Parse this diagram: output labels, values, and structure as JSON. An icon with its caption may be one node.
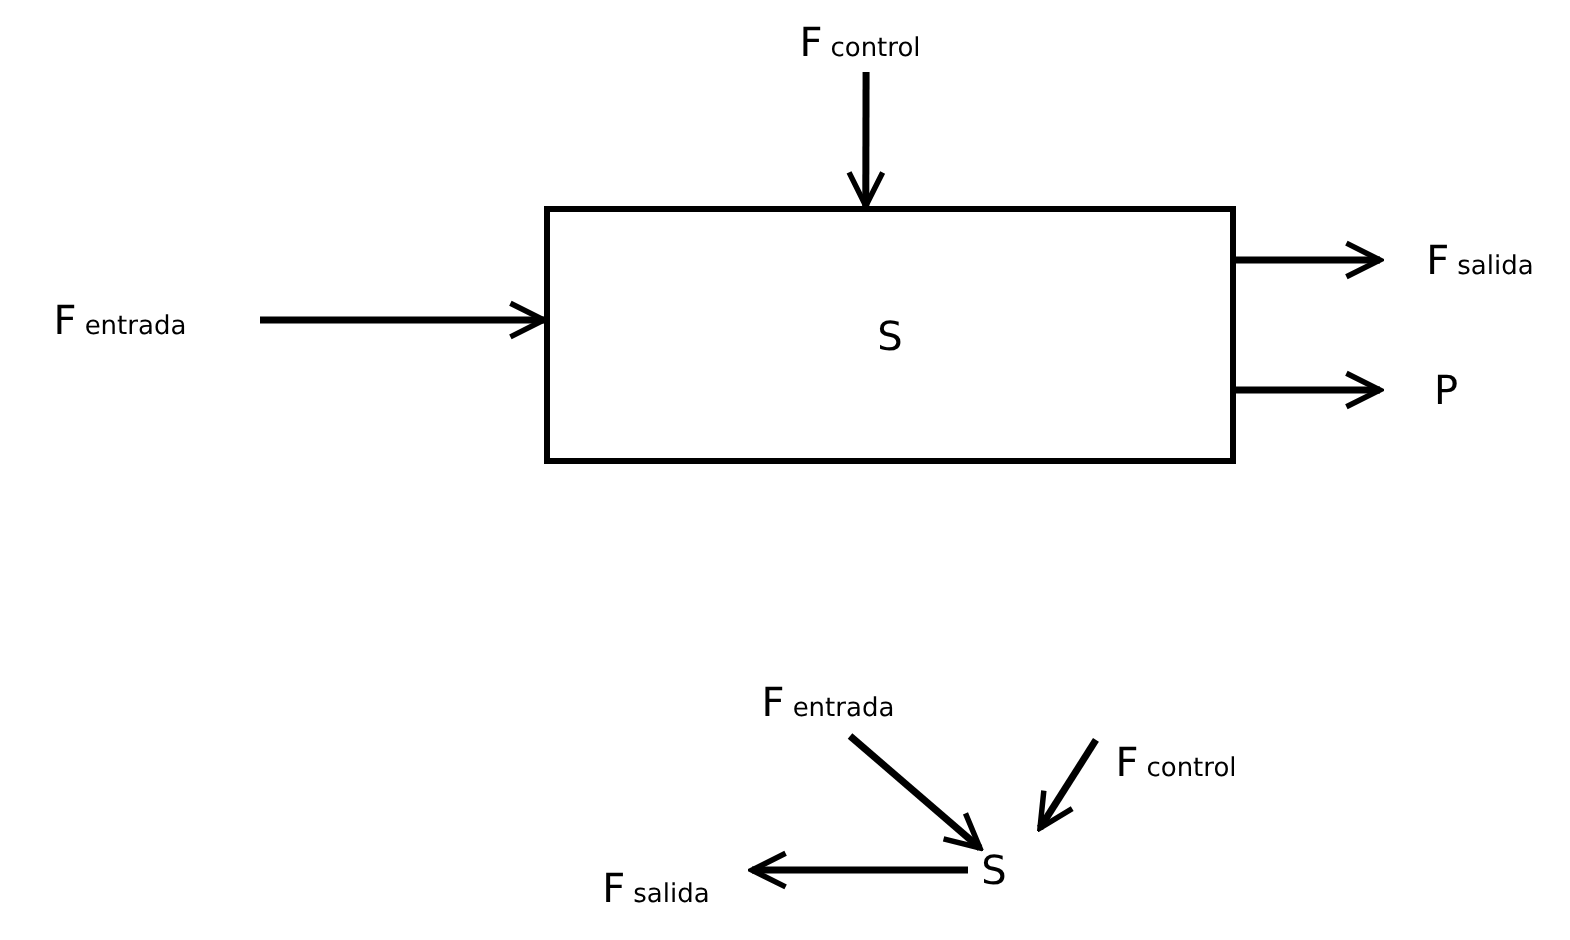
{
  "diagram": {
    "nodes": [
      {
        "text": [
          "S"
        ]
      },
      {
        "text": [
          "F$_{control}$"
        ]
      },
      {
        "text": [
          "F$_{entrada}$"
        ]
      },
      {
        "text": [
          "F$_{salida}$"
        ]
      },
      {
        "text": [
          "P"
        ]
      },
      {
        "text": [
          "F$_{entrada}$"
        ]
      },
      {
        "text": [
          "F$_{control}$"
        ]
      },
      {
        "text": [
          "S"
        ]
      },
      {
        "text": [
          "F$_{salida}$"
        ]
      }
    ],
    "edges": [
      {
        "from": 1,
        "to": 0,
        "arrow": "to"
      },
      {
        "from": 2,
        "to": 0,
        "arrow": "to"
      },
      {
        "from": 0,
        "to": 3,
        "arrow": "to"
      },
      {
        "from": 0,
        "to": 4,
        "arrow": "to"
      },
      {
        "from": 5,
        "to": 7,
        "arrow": "to"
      },
      {
        "from": 6,
        "to": 7,
        "arrow": "to"
      },
      {
        "from": 7,
        "to": 8,
        "arrow": "to"
      }
    ]
  }
}
